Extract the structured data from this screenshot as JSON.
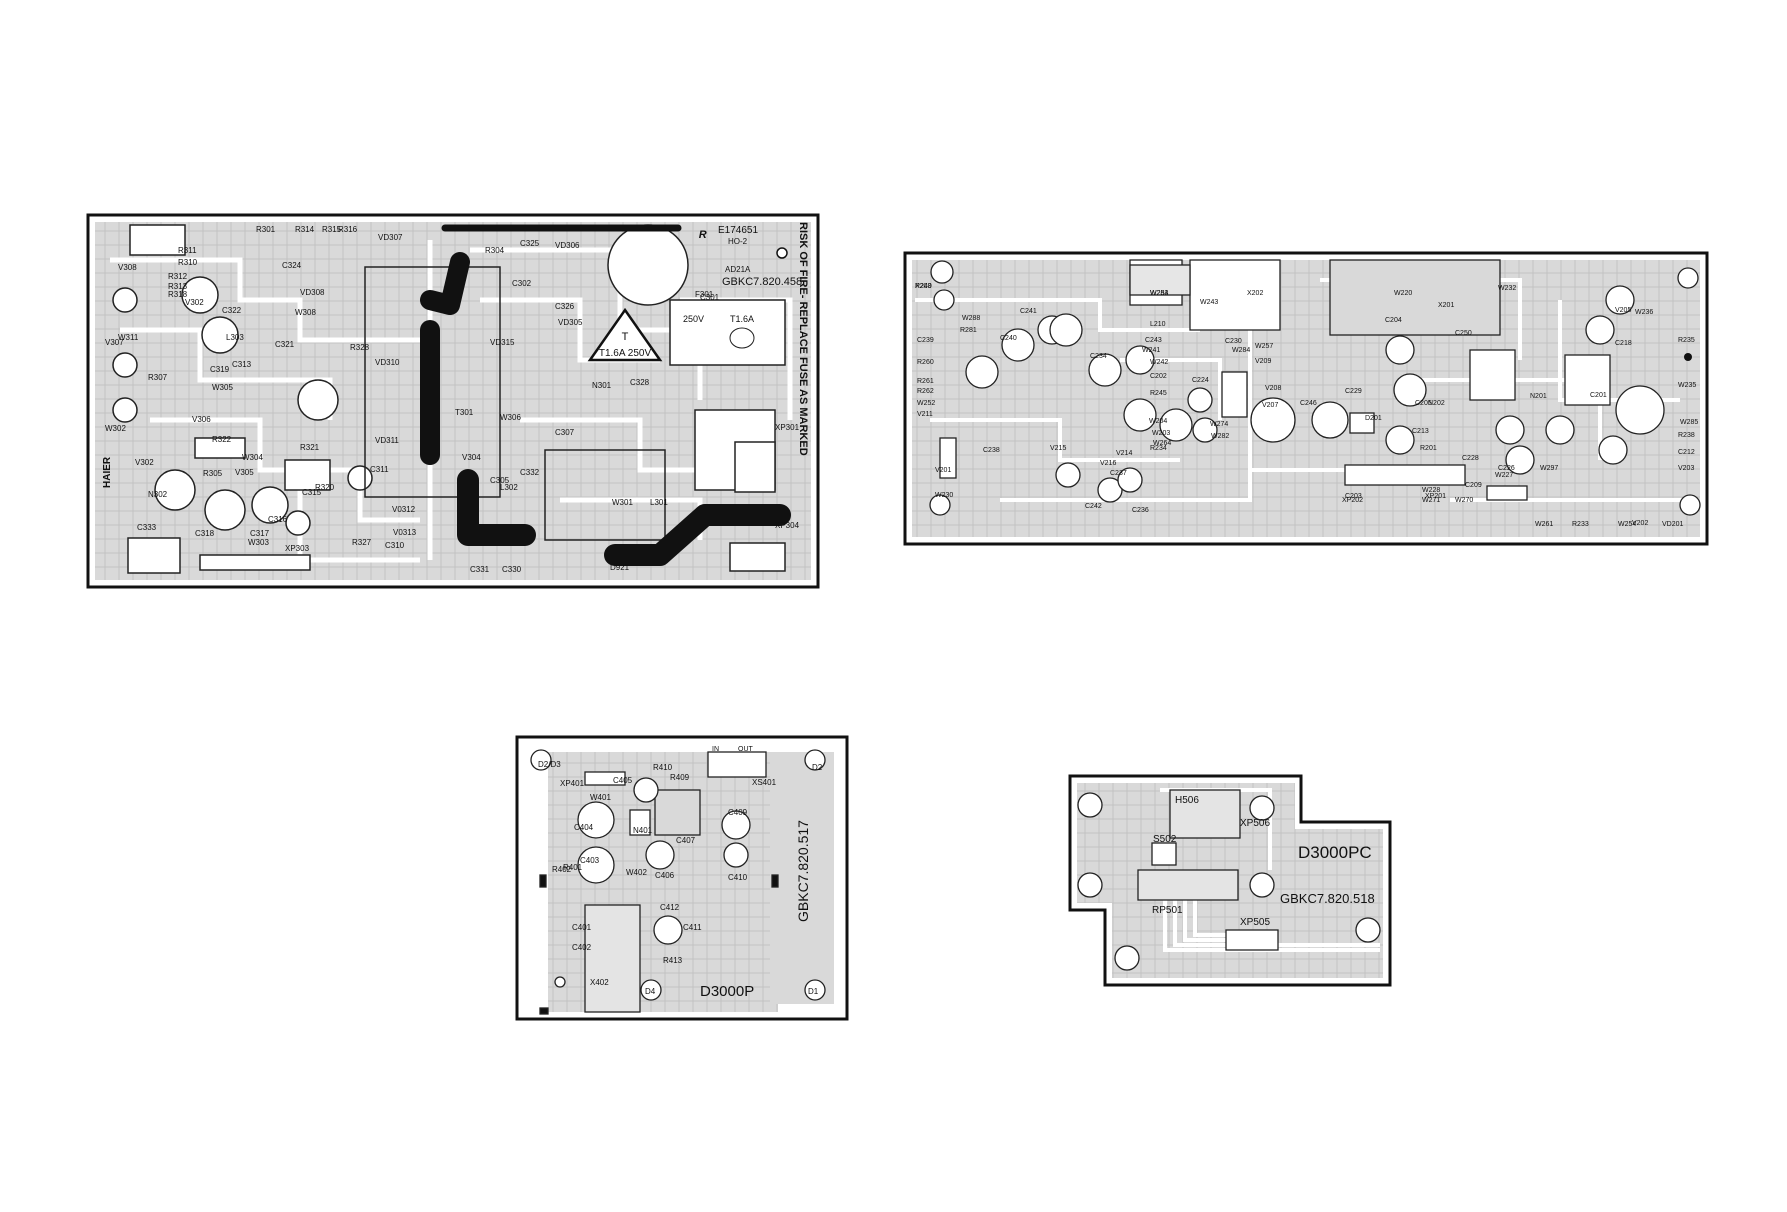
{
  "boards": {
    "power": {
      "title_line1": "RISK OF FIRE- REPLACE FUSE AS MARKED",
      "part_no": "GBKC7.820.458",
      "cert": "E174651",
      "cert_sub": "HO-2",
      "model_code": "AD21A",
      "fuse_warning": "T1.6A 250V",
      "fuse_value": "T1.6A",
      "fuse_voltage": "250V",
      "brand": "HAIER",
      "labels": [
        "R311",
        "R310",
        "R312",
        "R313",
        "R318",
        "V308",
        "R301",
        "R314",
        "R315",
        "R316",
        "V302",
        "C322",
        "C324",
        "V307",
        "W311",
        "R307",
        "C319",
        "W305",
        "W308",
        "L303",
        "C321",
        "C313",
        "W302",
        "V306",
        "V302",
        "R305",
        "R322",
        "V305",
        "W304",
        "R321",
        "N302",
        "C318",
        "C317",
        "C316",
        "C315",
        "W303",
        "XP303",
        "C333",
        "R320",
        "C311",
        "V0312",
        "V0313",
        "VD307",
        "VD308",
        "VD310",
        "VD311",
        "C325",
        "C302",
        "R304",
        "VD306",
        "C326",
        "VD305",
        "VD315",
        "C301",
        "F301",
        "T301",
        "N301",
        "C328",
        "W306",
        "C307",
        "V304",
        "C332",
        "L302",
        "C305",
        "L301",
        "W301",
        "XP301",
        "XP304",
        "D921",
        "C331",
        "C330",
        "R328",
        "R327",
        "C310"
      ]
    },
    "main": {
      "labels": [
        "X203",
        "W284",
        "W243",
        "X202",
        "W220",
        "X201",
        "W232",
        "C241",
        "L210",
        "C204",
        "C250",
        "C239",
        "R281",
        "C240",
        "R260",
        "R261",
        "R262",
        "W252",
        "V211",
        "W288",
        "C234",
        "C224",
        "V209",
        "V208",
        "V207",
        "D201",
        "N202",
        "C246",
        "N201",
        "C201",
        "R235",
        "R238",
        "W236",
        "W235",
        "V205",
        "C218",
        "C212",
        "V203",
        "V202",
        "V201",
        "W285",
        "W230",
        "C238",
        "V215",
        "V214",
        "V216",
        "C237",
        "C242",
        "C236",
        "C243",
        "W241",
        "W242",
        "W257",
        "W284",
        "C230",
        "C229",
        "C228",
        "C226",
        "R201",
        "C213",
        "C205",
        "C203",
        "C209",
        "XP202",
        "XP201",
        "W271",
        "W270",
        "W261",
        "R233",
        "W227",
        "W228",
        "W297",
        "W254",
        "VD201",
        "C202",
        "R234",
        "W204",
        "W203",
        "W264",
        "W282",
        "W274",
        "R245",
        "R240",
        "W253"
      ]
    },
    "input": {
      "part_no": "GBKC7.820.517",
      "model_tag": "D3000P",
      "in_label": "IN",
      "out_label": "OUT",
      "labels": [
        "D2/D3",
        "R410",
        "XS401",
        "D2",
        "XP401",
        "W401",
        "C405",
        "R409",
        "N401",
        "C404",
        "C403",
        "R401",
        "R402",
        "W402",
        "C406",
        "C407",
        "C409",
        "C410",
        "C412",
        "C411",
        "R413",
        "C401",
        "C402",
        "X402",
        "D4",
        "D1"
      ]
    },
    "panel": {
      "part_no": "GBKC7.820.518",
      "model_tag": "D3000PC",
      "labels": [
        "H506",
        "XP506",
        "S502",
        "RP501",
        "XP505"
      ]
    }
  }
}
